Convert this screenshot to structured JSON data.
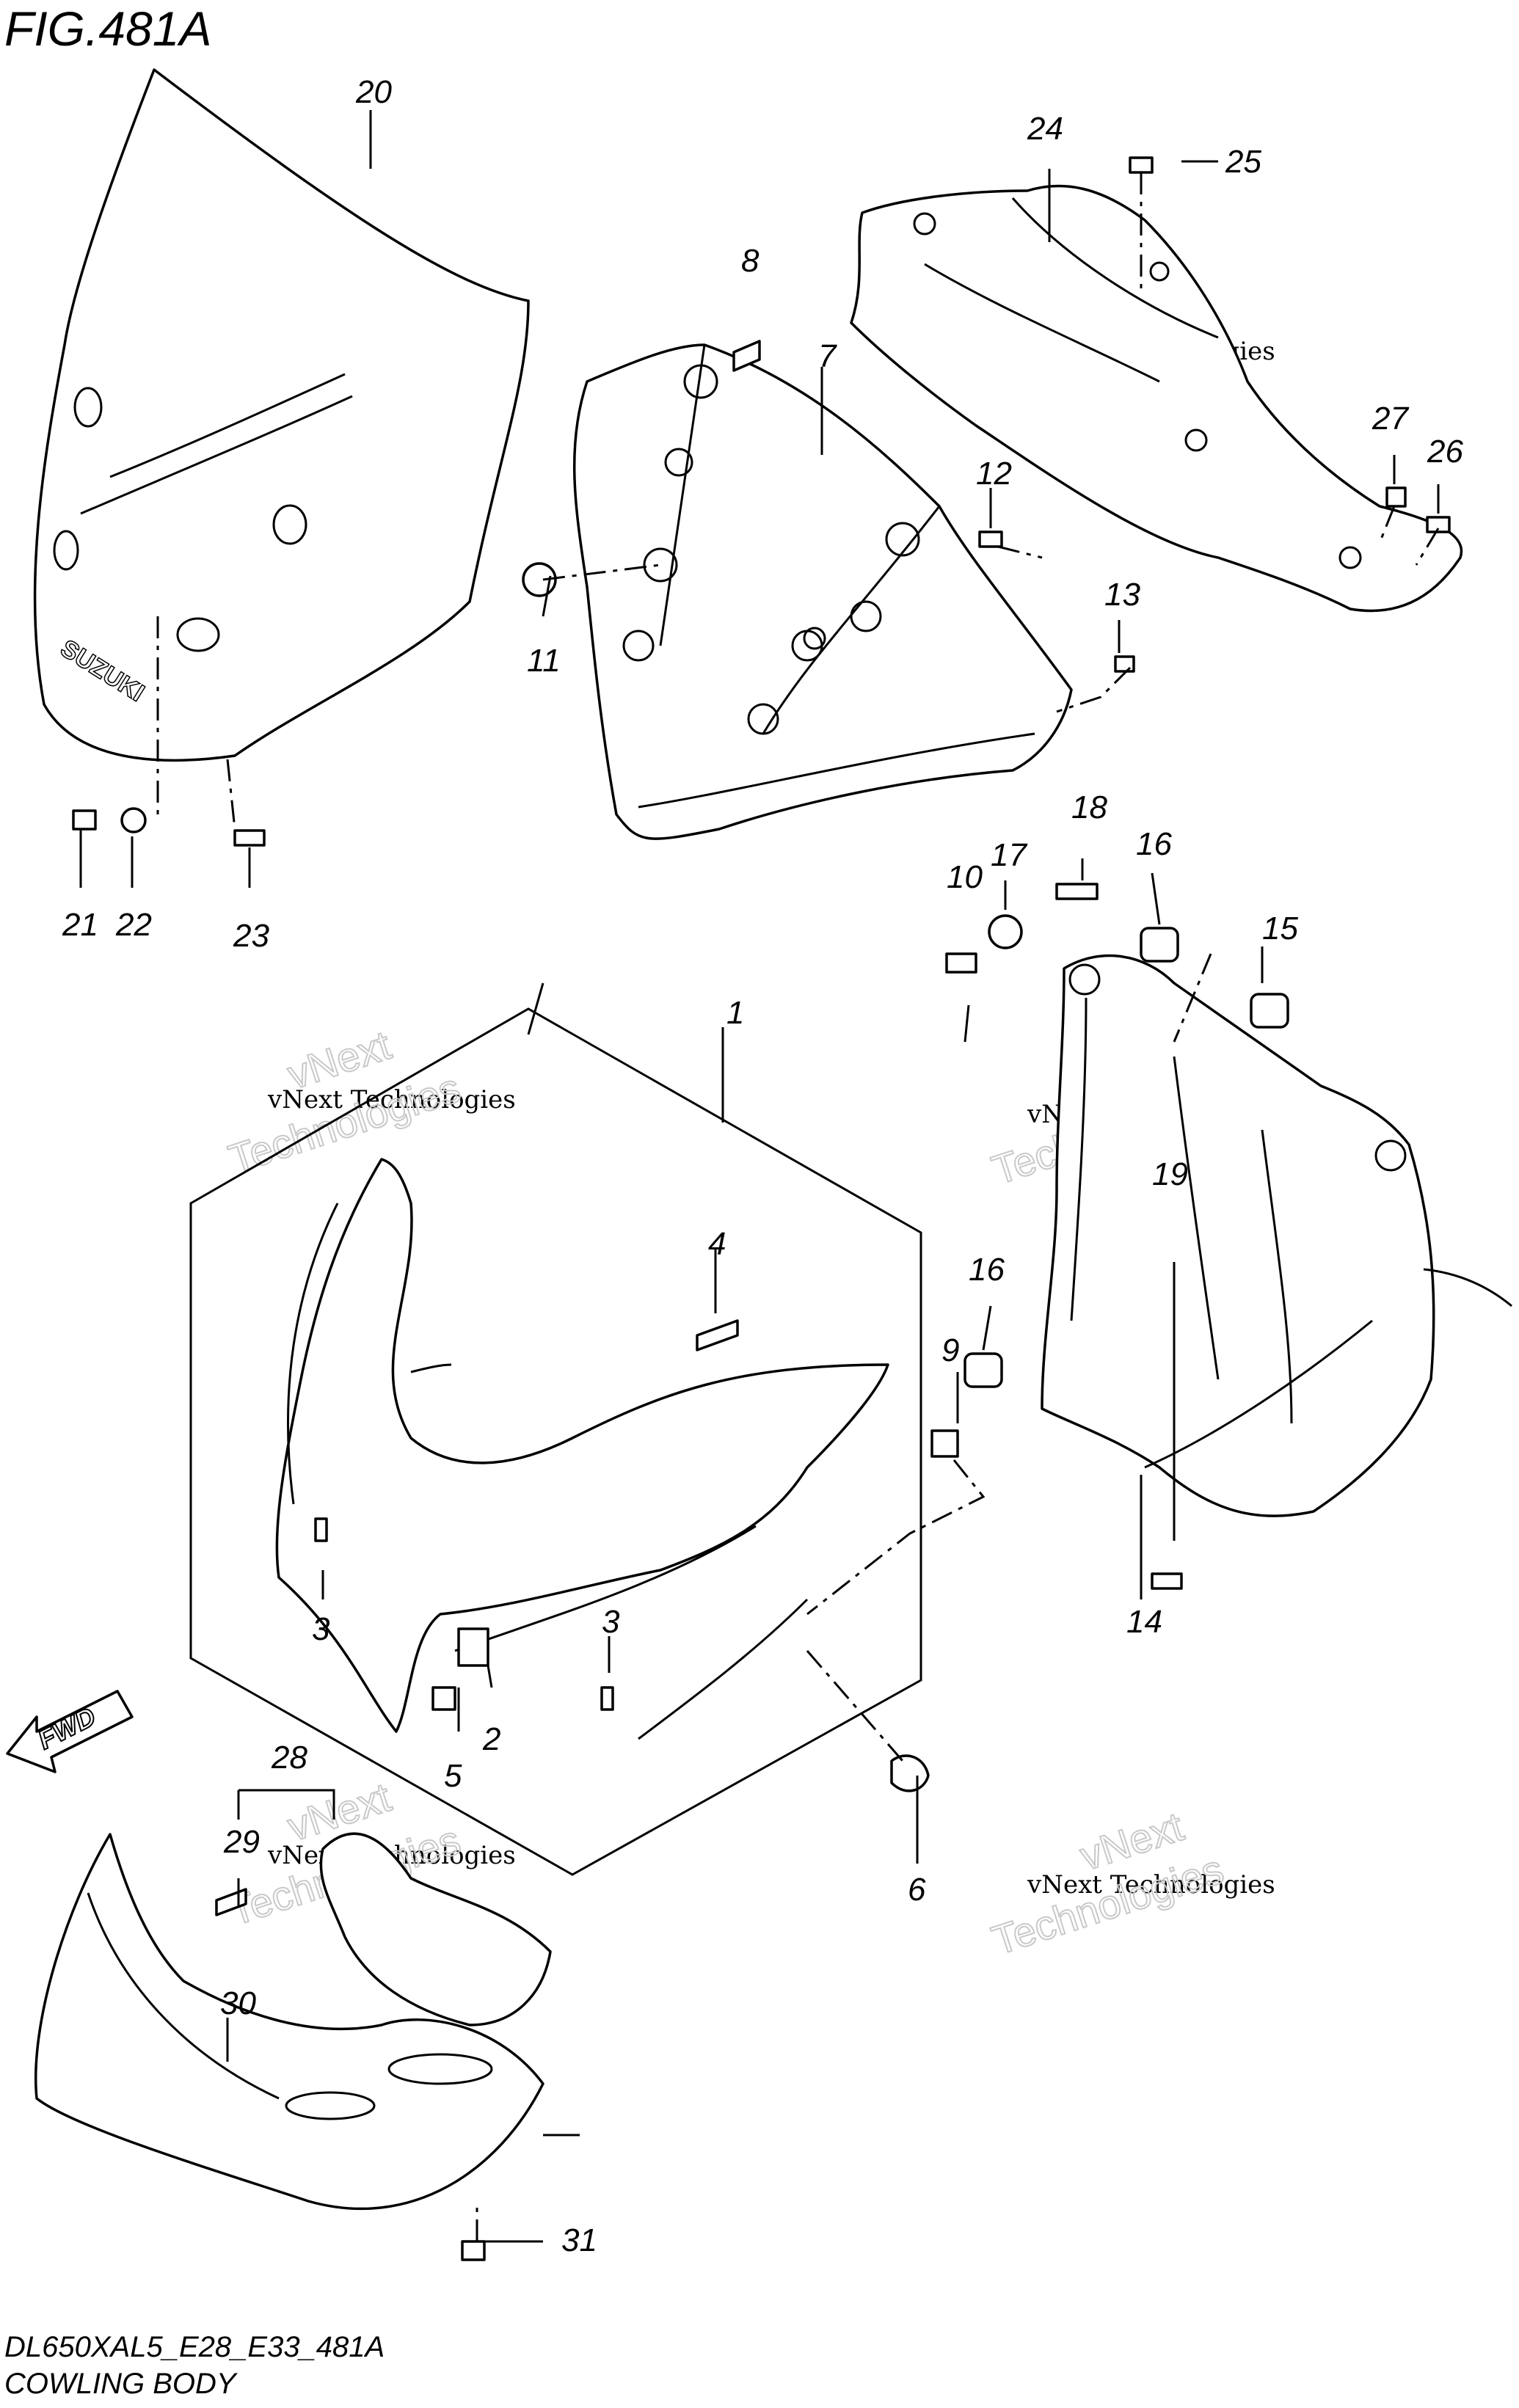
{
  "figure": {
    "title": "FIG.481A",
    "model_code": "DL650XAL5_E28_E33_481A",
    "caption": "COWLING BODY"
  },
  "watermark": {
    "small": "vNext Technologies",
    "large_line1": "vNext",
    "large_line2": "Technologies"
  },
  "fwd_arrow": {
    "label": "FWD",
    "icon": "fwd-arrow-icon"
  },
  "windscreen_logo": "SUZUKI",
  "callouts": [
    "1",
    "2",
    "3",
    "3",
    "4",
    "5",
    "6",
    "7",
    "8",
    "9",
    "10",
    "11",
    "12",
    "13",
    "14",
    "15",
    "16",
    "16",
    "17",
    "18",
    "19",
    "20",
    "21",
    "22",
    "23",
    "24",
    "25",
    "26",
    "27",
    "28",
    "29",
    "30",
    "31"
  ]
}
